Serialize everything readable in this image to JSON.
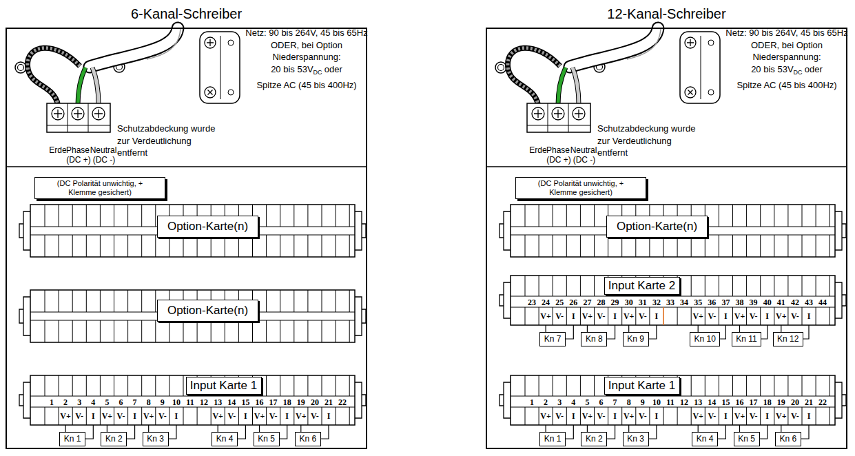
{
  "diagram": {
    "nodes": [
      {
        "text": [
          "6-Kanal-Schreiber"
        ]
      },
      {
        "text": [
          "(DC Polarität unwichtig, + Klemme gesichert)"
        ],
        "in": 0
      },
      {
        "text": [
          "Option-Karte(n)"
        ],
        "in": 0
      },
      {
        "text": [
          "Option-Karte(n)"
        ],
        "in": 0
      },
      {
        "text": [
          "Input Karte 1"
        ],
        "in": 0
      },
      {
        "text": [
          "Kn 1"
        ],
        "in": 0
      },
      {
        "text": [
          "Kn 2"
        ],
        "in": 0
      },
      {
        "text": [
          "Kn 3"
        ],
        "in": 0
      },
      {
        "text": [
          "Kn 4"
        ],
        "in": 0
      },
      {
        "text": [
          "Kn 5"
        ],
        "in": 0
      },
      {
        "text": [
          "Kn 6"
        ],
        "in": 0
      },
      {
        "text": [
          "12-Kanal-Schreiber"
        ]
      },
      {
        "text": [
          "(DC Polarität unwichtig, + Klemme gesichert)"
        ],
        "in": 11
      },
      {
        "text": [
          "Option-Karte(n)"
        ],
        "in": 11
      },
      {
        "text": [
          "Input Karte 2"
        ],
        "in": 11
      },
      {
        "text": [
          "Kn 7"
        ],
        "in": 11
      },
      {
        "text": [
          "Kn 8"
        ],
        "in": 11
      },
      {
        "text": [
          "Kn 9"
        ],
        "in": 11
      },
      {
        "text": [
          "Kn 10"
        ],
        "in": 11
      },
      {
        "text": [
          "Kn 11"
        ],
        "in": 11
      },
      {
        "text": [
          "Kn 12"
        ],
        "in": 11
      },
      {
        "text": [
          "Input Karte 1"
        ],
        "in": 11
      },
      {
        "text": [
          "Kn 1"
        ],
        "in": 11
      },
      {
        "text": [
          "Kn 2"
        ],
        "in": 11
      },
      {
        "text": [
          "Kn 3"
        ],
        "in": 11
      },
      {
        "text": [
          "Kn 4"
        ],
        "in": 11
      },
      {
        "text": [
          "Kn 5"
        ],
        "in": 11
      },
      {
        "text": [
          "Kn 6"
        ],
        "in": 11
      }
    ],
    "labels": [
      "Netz: 90 bis 264V, 45 bis 65Hz",
      "ODER, bei Option",
      "Niederspannung:",
      "20 bis 53V",
      "DC",
      "oder",
      "Spitze AC (45 bis 400Hz)",
      "Erde",
      "Phase",
      "Neutral",
      "(DC +)",
      "(DC -)",
      "Schutzabdeckung wurde zur Verdeutlichung entfernt",
      "1",
      "2",
      "3",
      "4",
      "5",
      "6",
      "7",
      "8",
      "9",
      "10",
      "11",
      "12",
      "13",
      "14",
      "15",
      "16",
      "17",
      "18",
      "19",
      "20",
      "21",
      "22",
      "V+",
      "V-",
      "I",
      "V+",
      "V-",
      "I",
      "V+",
      "V-",
      "I",
      "V+",
      "V-",
      "I",
      "V+",
      "V-",
      "I",
      "V+",
      "V-",
      "I",
      "Netz: 90 bis 264V, 45 bis 65Hz",
      "ODER, bei Option",
      "Niederspannung:",
      "20 bis 53V",
      "DC",
      "oder",
      "Spitze AC (45 bis 400Hz)",
      "Erde",
      "Phase",
      "Neutral",
      "(DC +)",
      "(DC -)",
      "Schutzabdeckung wurde zur Verdeutlichung entfernt",
      "23",
      "24",
      "25",
      "26",
      "27",
      "28",
      "29",
      "30",
      "31",
      "32",
      "33",
      "34",
      "35",
      "36",
      "37",
      "38",
      "39",
      "40",
      "41",
      "42",
      "43",
      "44",
      "V+",
      "V-",
      "I",
      "V+",
      "V-",
      "I",
      "V+",
      "V-",
      "I",
      "V+",
      "V-",
      "I",
      "V+",
      "V-",
      "I",
      "V+",
      "V-",
      "I",
      "1",
      "2",
      "3",
      "4",
      "5",
      "6",
      "7",
      "8",
      "9",
      "10",
      "11",
      "12",
      "13",
      "14",
      "15",
      "16",
      "17",
      "18",
      "19",
      "20",
      "21",
      "22",
      "V+",
      "V-",
      "I",
      "V+",
      "V-",
      "I",
      "V+",
      "V-",
      "I",
      "V+",
      "V-",
      "I",
      "V+",
      "V-",
      "I",
      "V+",
      "V-",
      "I"
    ]
  }
}
